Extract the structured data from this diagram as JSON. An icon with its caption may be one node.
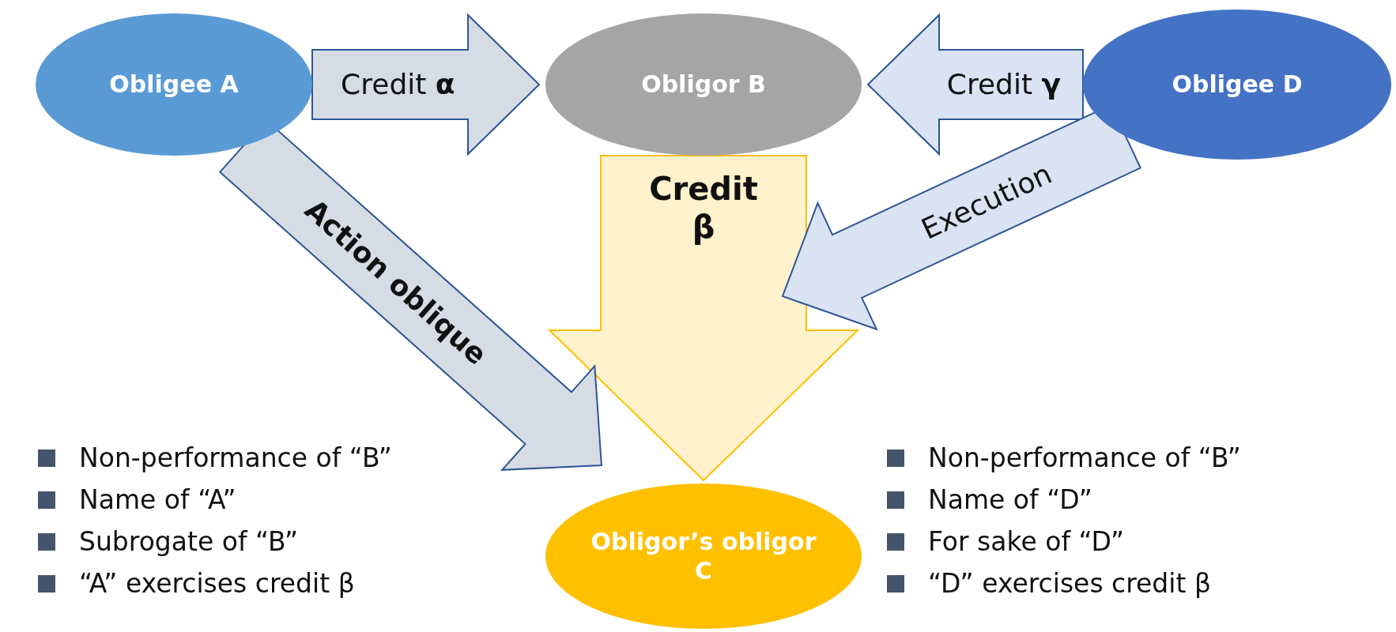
{
  "diagram": {
    "nodes": [
      {
        "text": [
          "Obligee A"
        ]
      },
      {
        "text": [
          "Obligor B"
        ]
      },
      {
        "text": [
          "Obligee D"
        ]
      },
      {
        "text": [
          "Obligor’s obligor C"
        ]
      }
    ],
    "edges": [
      {
        "from": 0,
        "to": 1,
        "arrow": "to",
        "label": "Credit **α**"
      },
      {
        "from": 2,
        "to": 1,
        "arrow": "to",
        "label": "Credit **γ**"
      },
      {
        "from": 1,
        "to": 3,
        "arrow": "to",
        "label": "Credit β",
        "style": "thick",
        "color": "#ffc000"
      },
      {
        "from": 0,
        "to": 3,
        "arrow": "to",
        "label": "Action oblique"
      },
      {
        "from": 2,
        "to": null,
        "arrow": "to",
        "label": "Execution"
      }
    ],
    "labels": [
      "Non-performance of “B”",
      "Name of “A”",
      "Subrogate of “B”",
      "“A” exercises credit β",
      "Non-performance of “B”",
      "Name of “D”",
      "For sake of “D”",
      "“D” exercises credit β"
    ]
  }
}
